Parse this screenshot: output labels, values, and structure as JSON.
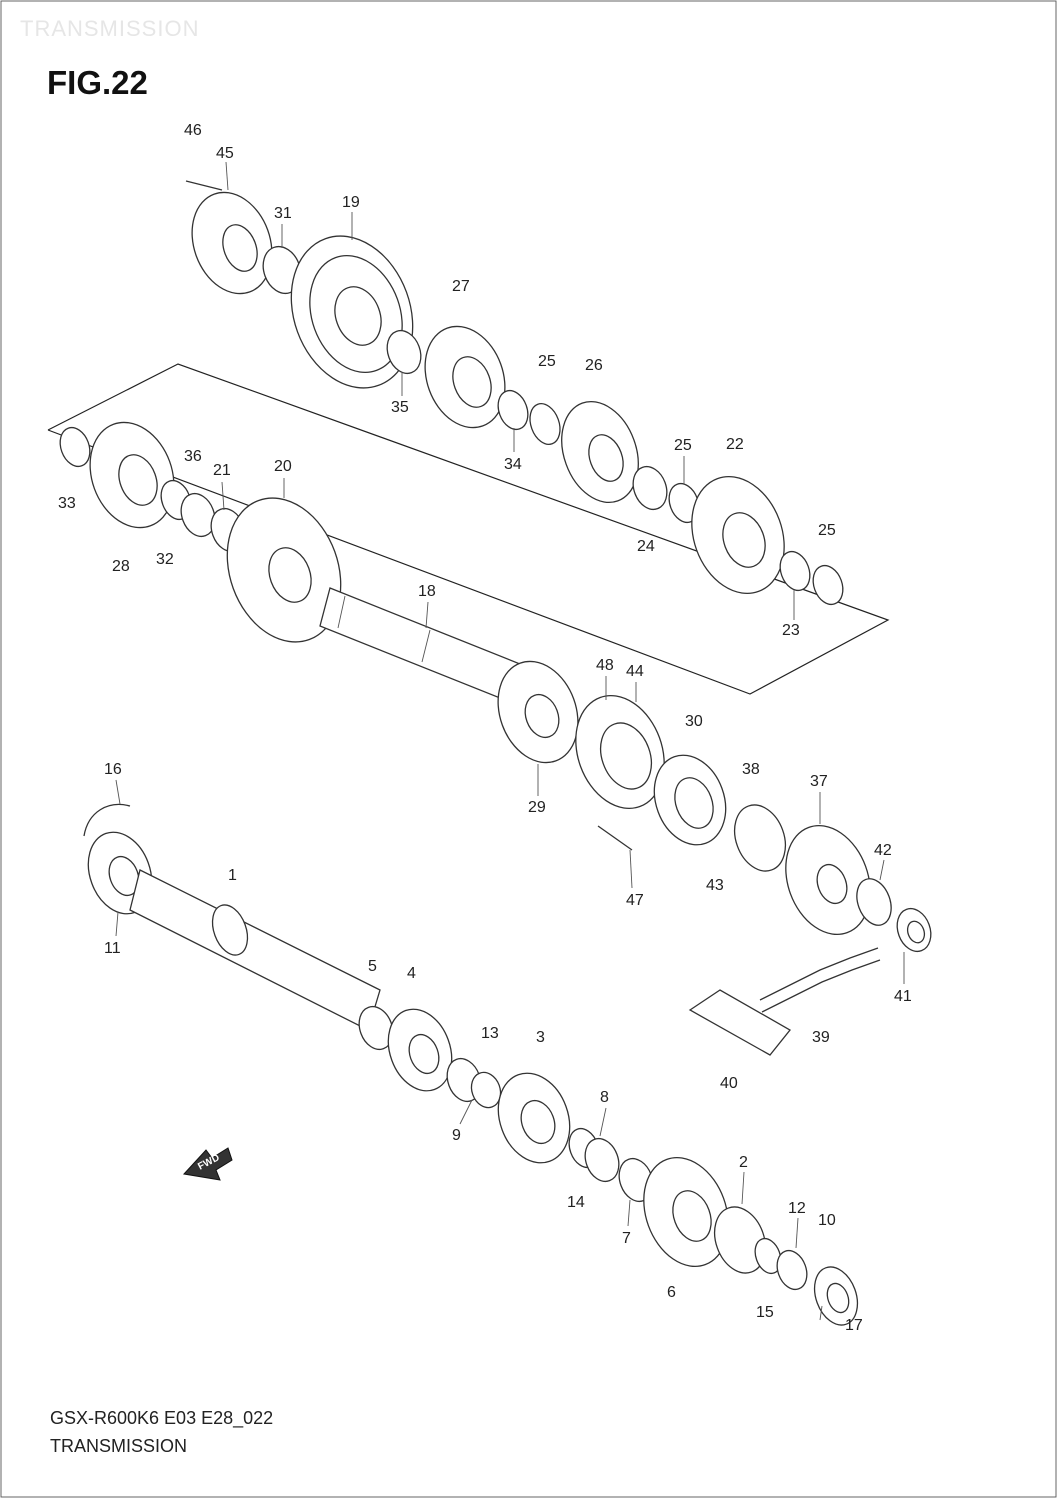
{
  "header": {
    "watermark": "TRANSMISSION",
    "figure": "FIG.22"
  },
  "footer": {
    "code": "GSX-R600K6 E03 E28_022",
    "name": "TRANSMISSION"
  },
  "fwd_arrow": "FWD",
  "callouts": [
    "46",
    "45",
    "31",
    "19",
    "27",
    "25",
    "26",
    "35",
    "34",
    "25",
    "22",
    "24",
    "25",
    "23",
    "33",
    "36",
    "21",
    "20",
    "28",
    "32",
    "18",
    "48",
    "44",
    "30",
    "29",
    "38",
    "37",
    "42",
    "47",
    "43",
    "41",
    "16",
    "1",
    "11",
    "5",
    "4",
    "13",
    "3",
    "39",
    "40",
    "9",
    "8",
    "14",
    "2",
    "7",
    "12",
    "10",
    "6",
    "15",
    "17"
  ],
  "colors": {
    "ink": "#222222",
    "background": "#ffffff"
  }
}
